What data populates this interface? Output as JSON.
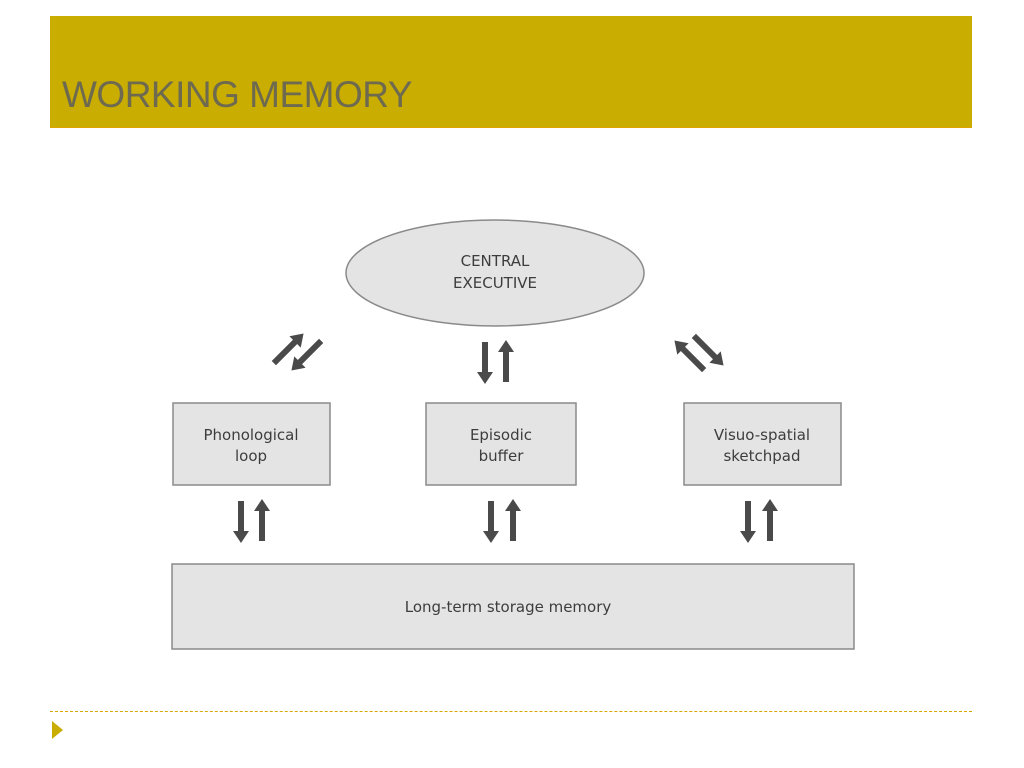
{
  "slide": {
    "title": "WORKING MEMORY"
  },
  "diagram": {
    "central_executive": [
      "CENTRAL",
      "EXECUTIVE"
    ],
    "phonological_loop": [
      "Phonological",
      "loop"
    ],
    "episodic_buffer": [
      "Episodic",
      "buffer"
    ],
    "visuospatial_sketchpad": [
      "Visuo-spatial",
      "sketchpad"
    ],
    "long_term_storage": "Long-term storage memory"
  },
  "colors": {
    "title_bar": "#c9ad00",
    "title_text": "#6e6a50",
    "box_fill": "#e4e4e4",
    "arrow": "#4a4a4a"
  }
}
